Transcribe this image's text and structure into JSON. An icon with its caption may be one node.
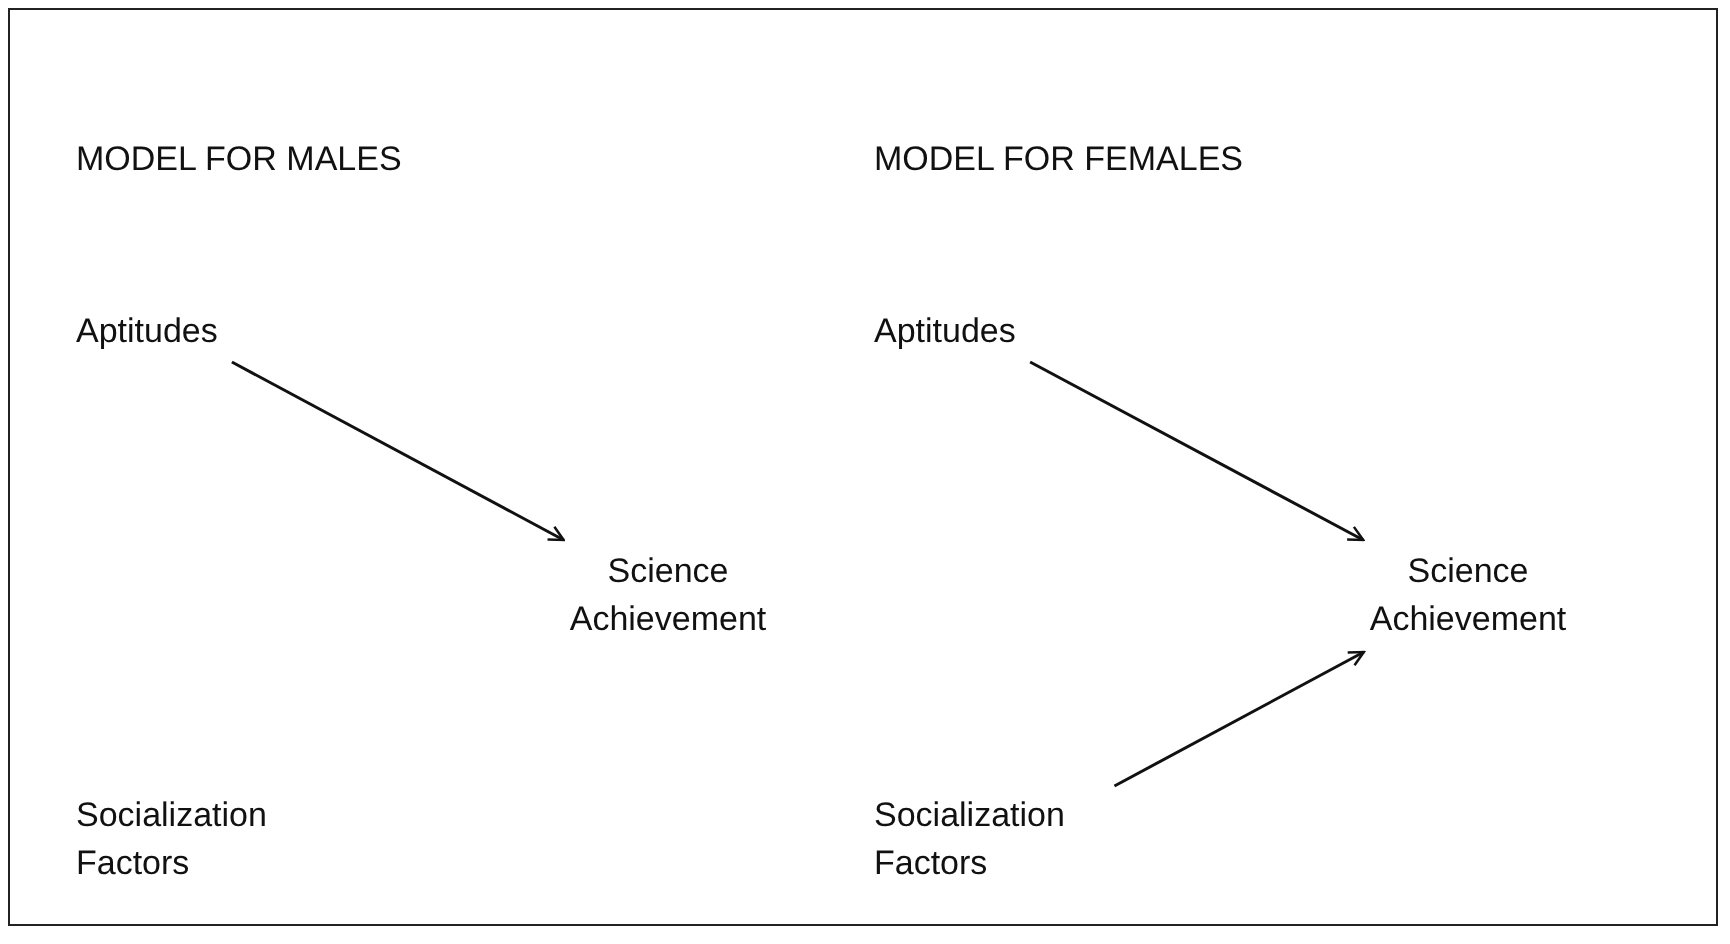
{
  "diagram": {
    "nodes": [
      {
        "text": [
          "Aptitudes"
        ]
      },
      {
        "text": [
          "Science Achievement"
        ]
      },
      {
        "text": [
          "Socialization Factors"
        ]
      },
      {
        "text": [
          "Aptitudes"
        ]
      },
      {
        "text": [
          "Science Achievement"
        ]
      },
      {
        "text": [
          "Socialization Factors"
        ]
      }
    ],
    "edges": [
      {
        "from": 0,
        "to": 1,
        "arrow": "to"
      },
      {
        "from": 3,
        "to": 4,
        "arrow": "to"
      },
      {
        "from": 5,
        "to": 4,
        "arrow": "to"
      }
    ],
    "labels": [
      "MODEL FOR MALES",
      "MODEL FOR FEMALES"
    ]
  }
}
